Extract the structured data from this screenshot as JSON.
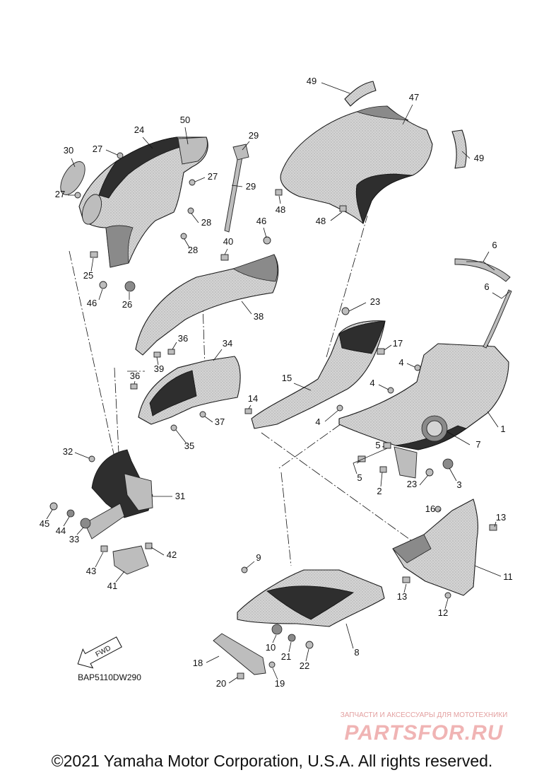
{
  "diagram": {
    "callouts": [
      "49",
      "47",
      "50",
      "24",
      "29",
      "30",
      "27",
      "49",
      "27",
      "29",
      "27",
      "48",
      "48",
      "46",
      "28",
      "40",
      "6",
      "28",
      "25",
      "6",
      "46",
      "26",
      "23",
      "38",
      "36",
      "34",
      "17",
      "4",
      "39",
      "36",
      "15",
      "4",
      "14",
      "4",
      "37",
      "1",
      "5",
      "7",
      "35",
      "32",
      "5",
      "23",
      "3",
      "2",
      "31",
      "16",
      "13",
      "45",
      "44",
      "33",
      "42",
      "9",
      "43",
      "11",
      "41",
      "13",
      "12",
      "10",
      "8",
      "21",
      "18",
      "22",
      "20",
      "19"
    ],
    "fwd_label": "FWD",
    "drawing_code": "BAP5110DW290"
  },
  "watermark": {
    "tagline": "ЗАПЧАСТИ И АКСЕССУАРЫ ДЛЯ МОТОТЕХНИКИ",
    "logo": "PARTSFOR.RU"
  },
  "footer": {
    "copyright": "©2021 Yamaha Motor Corporation, U.S.A. All rights reserved."
  },
  "colors": {
    "part_fill": "#d4d4d4",
    "part_dark": "#2e2e2e",
    "watermark": "#f0b4b4"
  }
}
